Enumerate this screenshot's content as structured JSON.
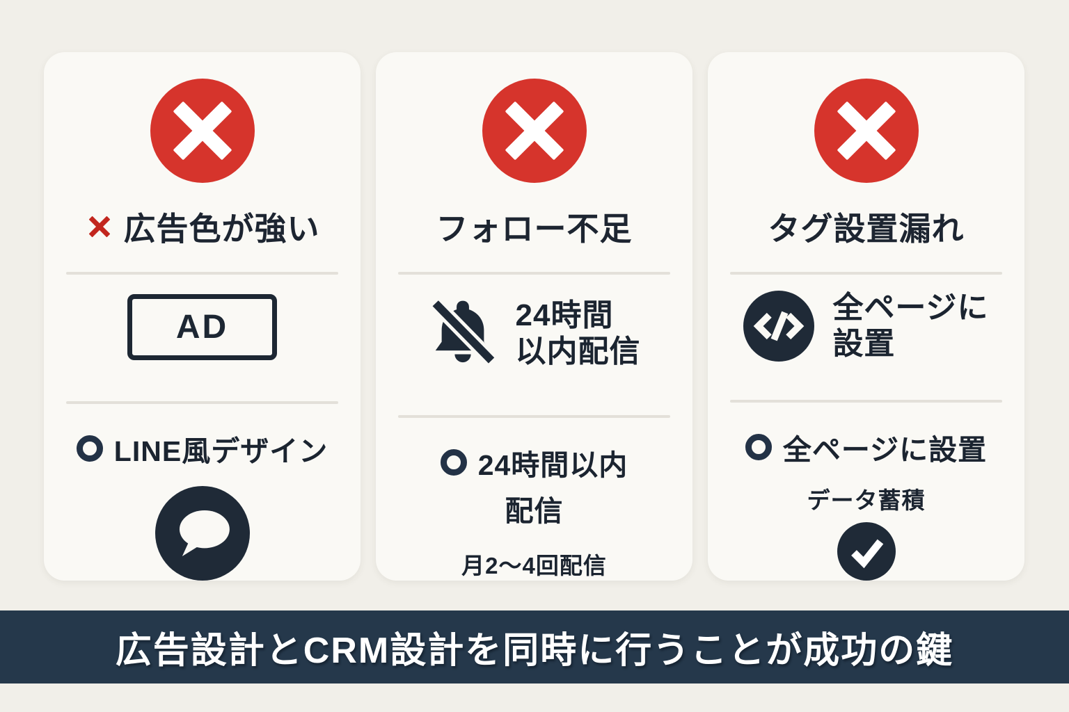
{
  "colors": {
    "page_bg": "#f1efe9",
    "card_bg": "#faf9f5",
    "accent_red": "#d6342c",
    "mark_red": "#c2261e",
    "dark_navy": "#1f2a37",
    "banner_bg": "#25384b",
    "divider": "#e3e0d9"
  },
  "cards": [
    {
      "status_icon": "x-circle-icon",
      "title_mark": "x-mark-icon",
      "title": "広告色が強い",
      "bad_label": "AD",
      "good_mark": "circle-mark-icon",
      "good_label": "LINE風デザイン",
      "good_icon": "chat-bubble-icon"
    },
    {
      "status_icon": "x-circle-icon",
      "title": "フォロー不足",
      "bad_icon": "bell-slash-icon",
      "bad_line1": "24時間",
      "bad_line2": "以内配信",
      "good_mark": "circle-mark-icon",
      "good_line1": "24時間以内",
      "good_line2": "配信",
      "good_sub": "月2〜4回配信"
    },
    {
      "status_icon": "x-circle-icon",
      "title": "タグ設置漏れ",
      "bad_icon": "code-icon",
      "bad_line1": "全ページに",
      "bad_line2": "設置",
      "good_mark": "circle-mark-icon",
      "good_label": "全ページに設置",
      "good_sub": "データ蓄積",
      "good_icon": "check-circle-icon"
    }
  ],
  "banner": {
    "text": "広告設計とCRM設計を同時に行うことが成功の鍵"
  }
}
